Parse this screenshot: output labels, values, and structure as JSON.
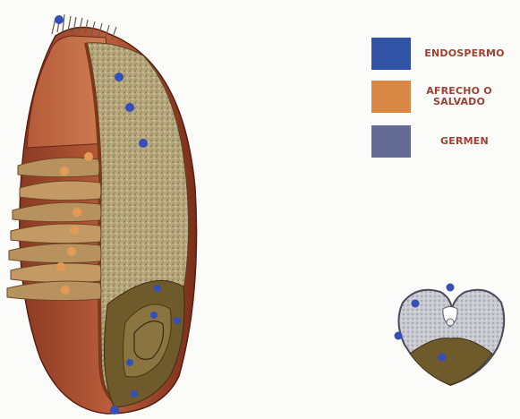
{
  "legend": {
    "items": [
      {
        "label": "ENDOSPERMO",
        "color": "#3353a6"
      },
      {
        "label": "AFRECHO O SALVADO",
        "color": "#d98845"
      },
      {
        "label": "GERMEN",
        "color": "#646b95"
      }
    ]
  },
  "colors": {
    "endosperm_dot": "#3350b8",
    "bran_dot": "#e39a55",
    "outer_bran": "#a8482c",
    "endosperm_fill": "#a89870",
    "germ_fill": "#6e5a2a"
  }
}
